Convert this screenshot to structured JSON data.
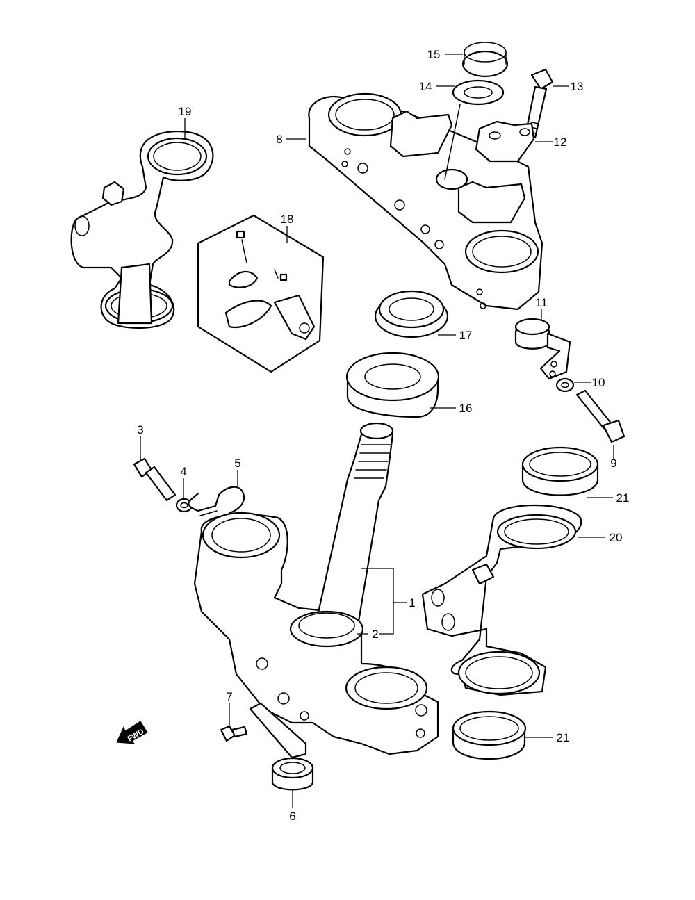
{
  "callouts": {
    "c1": "1",
    "c2": "2",
    "c3": "3",
    "c4": "4",
    "c5": "5",
    "c6": "6",
    "c7": "7",
    "c8": "8",
    "c9": "9",
    "c10": "10",
    "c11": "11",
    "c12": "12",
    "c13": "13",
    "c14": "14",
    "c15": "15",
    "c16": "16",
    "c17": "17",
    "c18": "18",
    "c19": "19",
    "c20": "20",
    "c21a": "21",
    "c21b": "21"
  },
  "direction_arrow": {
    "label": "FWD"
  }
}
